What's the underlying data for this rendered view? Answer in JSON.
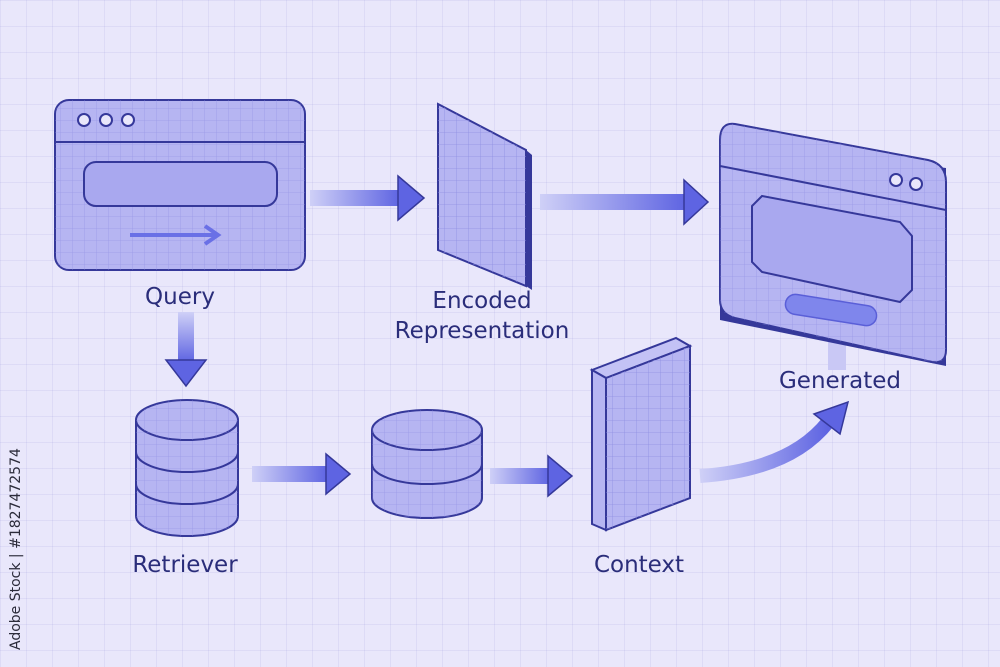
{
  "nodes": {
    "query": "Query",
    "encoded_line1": "Encoded",
    "encoded_line2": "Representation",
    "generated": "Generated",
    "retriever": "Retriever",
    "context": "Context"
  },
  "watermark": "Adobe Stock | #1827472574",
  "colors": {
    "background": "#e9e7fb",
    "fill": "#b6b5f2",
    "stroke": "#35389a",
    "arrow": "#6a70e6",
    "text": "#2a2d7a"
  }
}
